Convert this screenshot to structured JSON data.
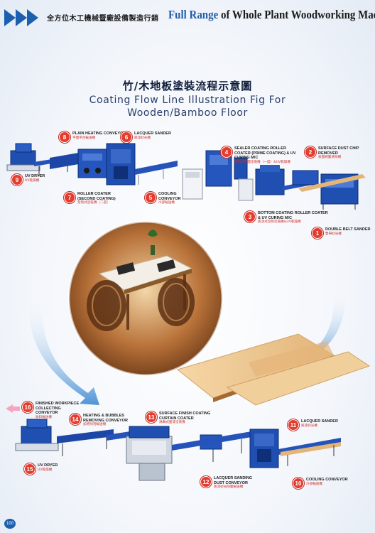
{
  "header": {
    "cn_text": "全方位木工機械暨廠設備製造行銷",
    "en_highlight": "Full Range",
    "en_rest": " of Whole Plant Woodworking Machines"
  },
  "title": {
    "cn": "竹/木地板塗裝流程示意圖",
    "en_line1": "Coating Flow Line Illustration Fig For",
    "en_line2": "Wooden/Bamboo Floor"
  },
  "upper_line_labels": [
    {
      "num": "1",
      "en": "DOUBLE BELT SANDER",
      "cn": "雙帶砂光機"
    },
    {
      "num": "2",
      "en": "SURFACE DUST CHIP REMOVER",
      "cn": "板面刷塵清除機"
    },
    {
      "num": "3",
      "en": "BOTTOM COATING ROLLER COATER & UV CURING M/C",
      "cn": "底漆式滾筒塗裝機&UV乾燥機"
    },
    {
      "num": "4",
      "en": "SEALER COATING ROLLER COATER (PRIME COATING) & UV CURING M/C",
      "cn": "滾筒式底面塗裝機（一度）&UV乾燥機"
    },
    {
      "num": "5",
      "en": "COOLING CONVEYOR",
      "cn": "冷卻輸送機"
    },
    {
      "num": "6",
      "en": "LACQUER SANDER",
      "cn": "底漆砂光機"
    },
    {
      "num": "7",
      "en": "ROLLER COATER (SECOND COATING)",
      "cn": "滾筒式塗裝機（二度）"
    },
    {
      "num": "8",
      "en": "PLAIN HEATING CONVEYOR",
      "cn": "平面平台輸送機"
    },
    {
      "num": "9",
      "en": "UV DRYER",
      "cn": "UV乾燥機"
    }
  ],
  "lower_line_labels": [
    {
      "num": "10",
      "en": "COOLING CONVEYOR",
      "cn": "冷卻輸送機"
    },
    {
      "num": "11",
      "en": "LACQUER SANDER",
      "cn": "底漆砂光機"
    },
    {
      "num": "12",
      "en": "LACQUER SANDING DUST CONVEYOR",
      "cn": "底漆砂光除塵輸送機"
    },
    {
      "num": "13",
      "en": "SURFACE FINISH COATING CURTAIN COATER",
      "cn": "淋幕式面漆塗裝機"
    },
    {
      "num": "14",
      "en": "HEATING & BUBBLES REMOVING CONVEYOR",
      "cn": "加熱除泡輸送機"
    },
    {
      "num": "15",
      "en": "UV DRYER",
      "cn": "UV乾燥機"
    },
    {
      "num": "16",
      "en": "FINISHED WORKPIECE COLLECTING CONVEYOR",
      "cn": "收料輸送機"
    }
  ],
  "page_number": "100",
  "colors": {
    "accent_blue": "#1b5fae",
    "badge_red": "#e43c2f",
    "machine_blue": "#1f4fb0"
  }
}
